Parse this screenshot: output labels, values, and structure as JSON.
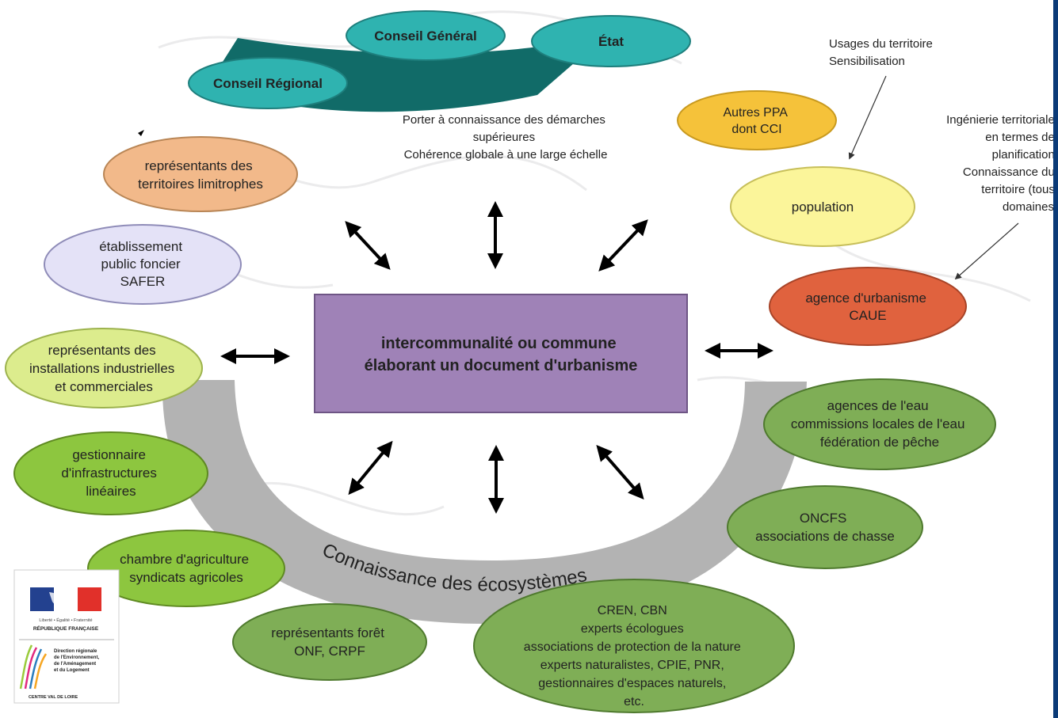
{
  "top": {
    "conseil_general": "Conseil Général",
    "etat": "État",
    "conseil_regional": "Conseil Régional",
    "porter_lines": [
      "Porter à connaissance des démarches",
      "supérieures",
      "Cohérence globale à une large échelle"
    ]
  },
  "notes": {
    "usages": [
      "Usages du territoire",
      "Sensibilisation"
    ],
    "ingenierie": [
      "Ingénierie territoriale",
      "en termes de",
      "planification",
      "Connaissance du",
      "territoire (tous",
      "domaines)"
    ]
  },
  "center": [
    "intercommunalité ou commune",
    "élaborant un document d'urbanisme"
  ],
  "arc_label": "Connaissance des écosystèmes",
  "actors": {
    "autres_ppa": [
      "Autres PPA",
      "dont CCI"
    ],
    "population": [
      "population"
    ],
    "agence_urbanisme": [
      "agence d'urbanisme",
      "CAUE"
    ],
    "territoires_limitrophes": [
      "représentants des",
      "territoires limitrophes"
    ],
    "etablissement_foncier": [
      "établissement",
      "public foncier",
      "SAFER"
    ],
    "installations": [
      "représentants des",
      "installations industrielles",
      "et commerciales"
    ],
    "infrastructures": [
      "gestionnaire",
      "d'infrastructures",
      "linéaires"
    ],
    "agriculture": [
      "chambre d'agriculture",
      "syndicats agricoles"
    ],
    "foret": [
      "représentants forêt",
      "ONF, CRPF"
    ],
    "cren": [
      "CREN, CBN",
      "experts écologues",
      "associations de protection de la nature",
      "experts naturalistes, CPIE, PNR,",
      "gestionnaires d'espaces naturels,",
      "etc."
    ],
    "oncfs": [
      "ONCFS",
      "associations de chasse"
    ],
    "eau": [
      "agences de l'eau",
      "commissions locales de l'eau",
      "fédération de pêche"
    ]
  },
  "logo": {
    "republique": "RÉPUBLIQUE FRANÇAISE",
    "motto": "Liberté • Égalité • Fraternité",
    "dreal": [
      "Direction régionale",
      "de l'Environnement,",
      "de l'Aménagement",
      "et du Logement"
    ],
    "region": "CENTRE VAL DE LOIRE"
  },
  "colors": {
    "teal": "#2fb3b0",
    "dark_teal": "#116b68",
    "yellow": "#f5c23a",
    "light_yellow": "#fbf59a",
    "orange": "#e0623e",
    "peach": "#f2b98a",
    "lavender": "#e4e2f7",
    "pale_green": "#dcec8d",
    "green": "#8dc63f",
    "olive_green": "#7fae56",
    "center_purple": "#9f82b7",
    "arc_gray": "#b3b3b3"
  }
}
